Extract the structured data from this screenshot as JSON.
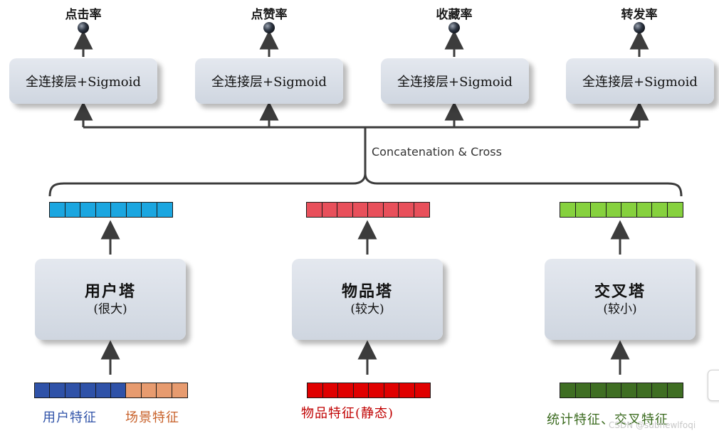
{
  "outputs": [
    {
      "label": "点击率"
    },
    {
      "label": "点赞率"
    },
    {
      "label": "收藏率"
    },
    {
      "label": "转发率"
    }
  ],
  "heads": [
    {
      "label": "全连接层+Sigmoid"
    },
    {
      "label": "全连接层+Sigmoid"
    },
    {
      "label": "全连接层+Sigmoid"
    },
    {
      "label": "全连接层+Sigmoid"
    }
  ],
  "concat_label": "Concatenation & Cross",
  "towers": [
    {
      "title": "用户塔",
      "subtitle": "(很大)",
      "vector_color": "#1ba6e0"
    },
    {
      "title": "物品塔",
      "subtitle": "(较大)",
      "vector_color": "#e8505b"
    },
    {
      "title": "交叉塔",
      "subtitle": "(较小)",
      "vector_color": "#86d13e"
    }
  ],
  "inputs": {
    "user": {
      "label_user": "用户特征",
      "label_scene": "场景特征",
      "color_user": "#2f52a8",
      "color_scene": "#e79b6f",
      "label_user_color": "#2f52a8",
      "label_scene_color": "#c8612a"
    },
    "item": {
      "label": "物品特征(静态)",
      "color": "#e00000",
      "label_color": "#c00000"
    },
    "cross": {
      "label": "统计特征、交叉特征",
      "color": "#3f6e23",
      "label_color": "#3a6a1e"
    }
  },
  "watermark": "CSDN @subnewlfoqi"
}
